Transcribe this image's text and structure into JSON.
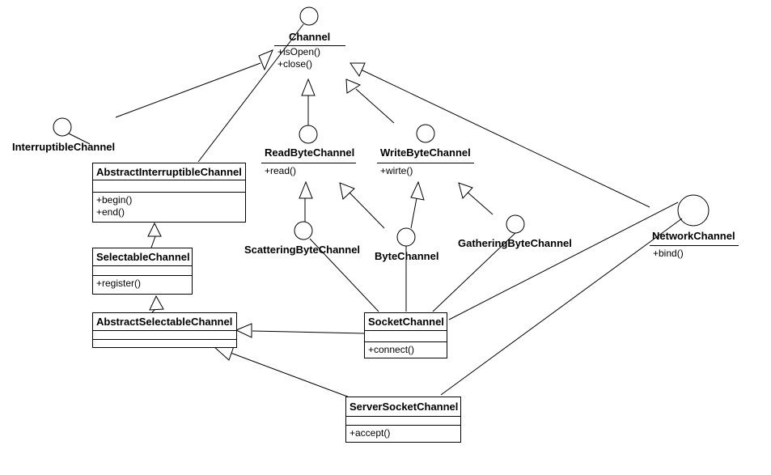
{
  "interfaces": {
    "channel": {
      "name": "Channel",
      "ops": [
        "+isOpen()",
        "+close()"
      ]
    },
    "read_byte": {
      "name": "ReadByteChannel",
      "ops": [
        "+read()"
      ]
    },
    "write_byte": {
      "name": "WriteByteChannel",
      "ops": [
        "+wirte()"
      ]
    },
    "network": {
      "name": "NetworkChannel",
      "ops": [
        "+bind()"
      ]
    },
    "interruptible": {
      "name": "InterruptibleChannel"
    },
    "scattering": {
      "name": "ScatteringByteChannel"
    },
    "byte": {
      "name": "ByteChannel"
    },
    "gathering": {
      "name": "GatheringByteChannel"
    }
  },
  "classes": {
    "abstract_interruptible": {
      "name": "AbstractInterruptibleChannel",
      "ops": [
        "+begin()",
        "+end()"
      ]
    },
    "selectable": {
      "name": "SelectableChannel",
      "ops": [
        "+register()"
      ]
    },
    "abstract_selectable": {
      "name": "AbstractSelectableChannel"
    },
    "socket": {
      "name": "SocketChannel",
      "ops": [
        "+connect()"
      ]
    },
    "server_socket": {
      "name": "ServerSocketChannel",
      "ops": [
        "+accept()"
      ]
    }
  }
}
